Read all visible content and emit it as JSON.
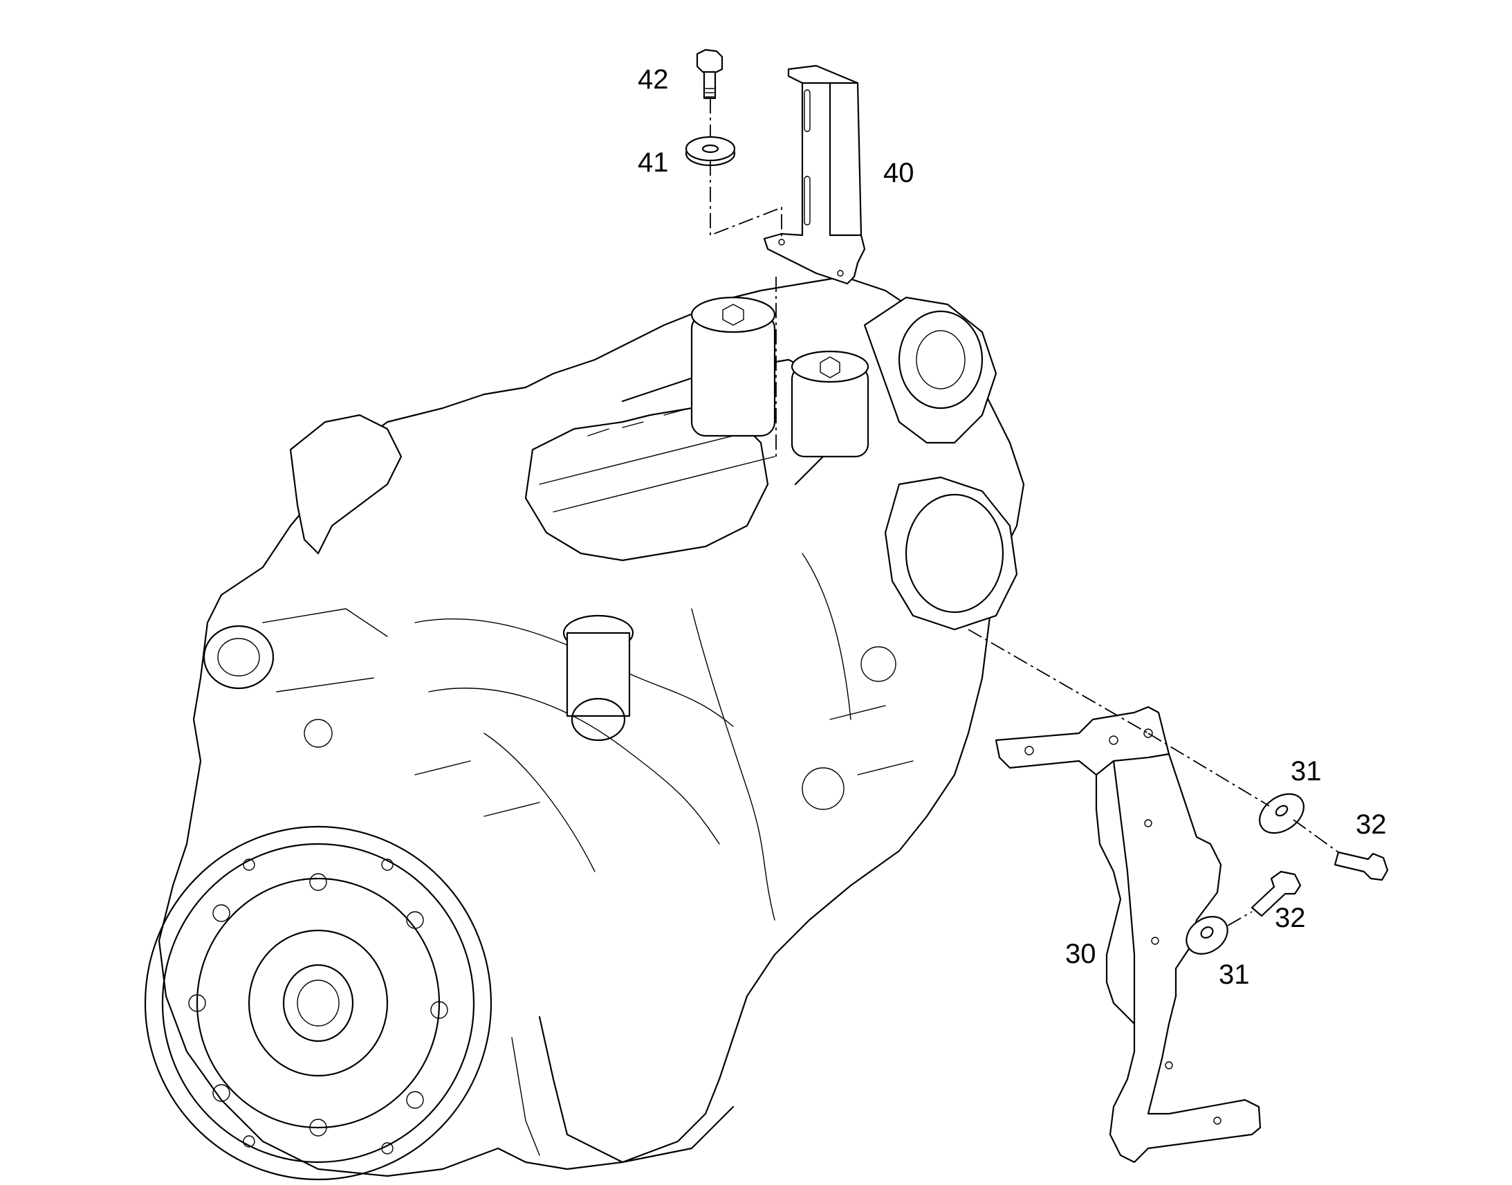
{
  "callouts": [
    {
      "id": "c42",
      "text": "42"
    },
    {
      "id": "c41",
      "text": "41"
    },
    {
      "id": "c40",
      "text": "40"
    },
    {
      "id": "c31a",
      "text": "31"
    },
    {
      "id": "c32a",
      "text": "32"
    },
    {
      "id": "c32b",
      "text": "32"
    },
    {
      "id": "c30",
      "text": "30"
    },
    {
      "id": "c31b",
      "text": "31"
    }
  ]
}
